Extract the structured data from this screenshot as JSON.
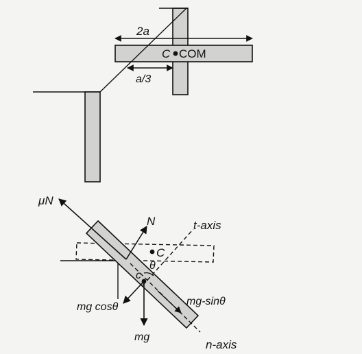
{
  "top_figure": {
    "width_label": "2a",
    "center_label": "C",
    "com_label": "COM",
    "offset_label": "a/3"
  },
  "bottom_figure": {
    "friction_label": "μN",
    "normal_label": "N",
    "t_axis_label": "t-axis",
    "center_label": "C",
    "angle_label": "θ",
    "contact_label": "c",
    "mgcos_label": "mg cosθ",
    "mgsin_label": "mg-sinθ",
    "weight_label": "mg",
    "n_axis_label": "n-axis"
  },
  "colors": {
    "ink": "#111111",
    "bar_fill": "#d2d2d0",
    "background": "#f4f4f2"
  }
}
